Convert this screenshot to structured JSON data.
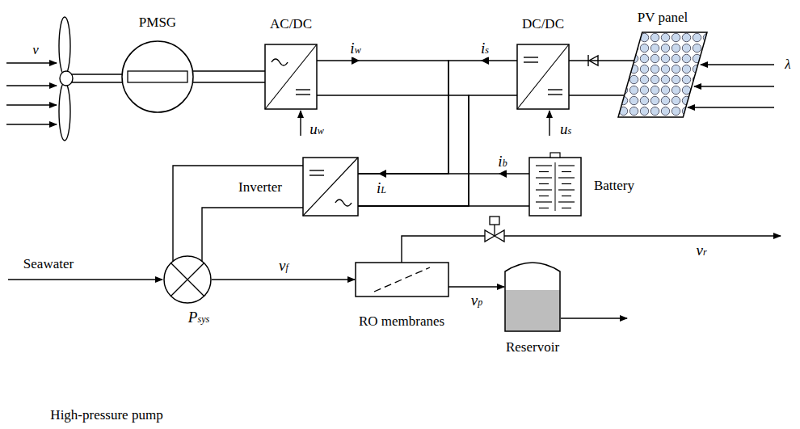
{
  "diagram": {
    "nodes": [
      {
        "text": [
          "PMSG"
        ]
      },
      {
        "text": [
          "AC/DC"
        ]
      },
      {
        "text": [
          "DC/DC"
        ]
      },
      {
        "text": [
          "PV panel"
        ]
      },
      {
        "text": [
          "Battery"
        ]
      },
      {
        "text": [
          "Inverter"
        ]
      },
      {
        "text": [
          "High-pressure pump"
        ]
      },
      {
        "text": [
          "RO membranes"
        ]
      },
      {
        "text": [
          "Reservoir"
        ]
      }
    ],
    "edges": [
      {
        "from": 0,
        "to": 1,
        "arrow": "none"
      },
      {
        "from": 3,
        "to": 2,
        "arrow": "none"
      },
      {
        "from": 1,
        "to": 5,
        "arrow": "to",
        "label": "iw"
      },
      {
        "from": 2,
        "to": 5,
        "arrow": "to",
        "label": "is"
      },
      {
        "from": 4,
        "to": 5,
        "arrow": "to",
        "label": "ib"
      },
      {
        "from": 5,
        "to": 6,
        "arrow": "none"
      },
      {
        "from": 6,
        "to": 7,
        "arrow": "to",
        "label": "vf"
      },
      {
        "from": 7,
        "to": 8,
        "arrow": "to",
        "label": "vp"
      }
    ],
    "labels": [
      "v",
      "λ",
      "uw",
      "us",
      "iL",
      "Psys",
      "Seawater",
      "vr"
    ]
  }
}
